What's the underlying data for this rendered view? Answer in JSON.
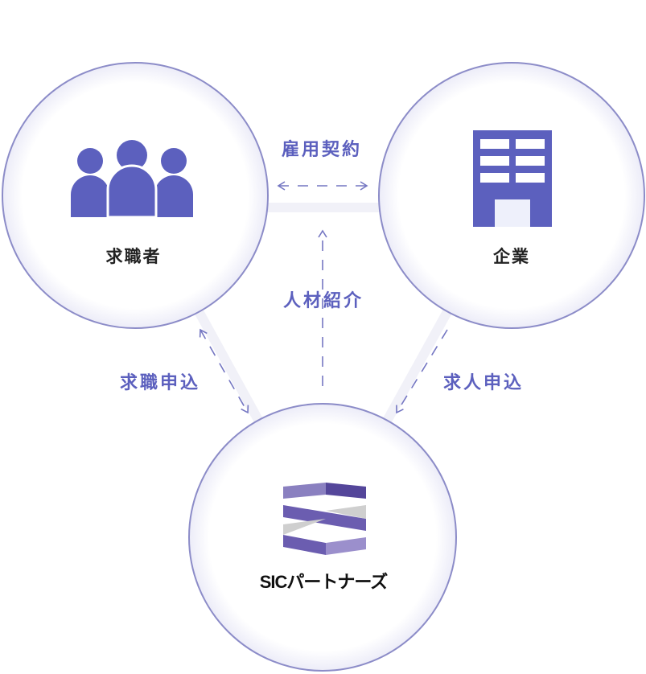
{
  "nodes": {
    "job_seeker": "求職者",
    "company": "企業",
    "sic_logo": "SICパートナーズ"
  },
  "relations": {
    "employment_contract": "雇用契約",
    "talent_referral": "人材紹介",
    "job_application": "求職申込",
    "job_posting": "求人申込"
  },
  "colors": {
    "accent": "#5c60be",
    "circle": "#8c8cc8",
    "band": "#f3f3f9"
  }
}
